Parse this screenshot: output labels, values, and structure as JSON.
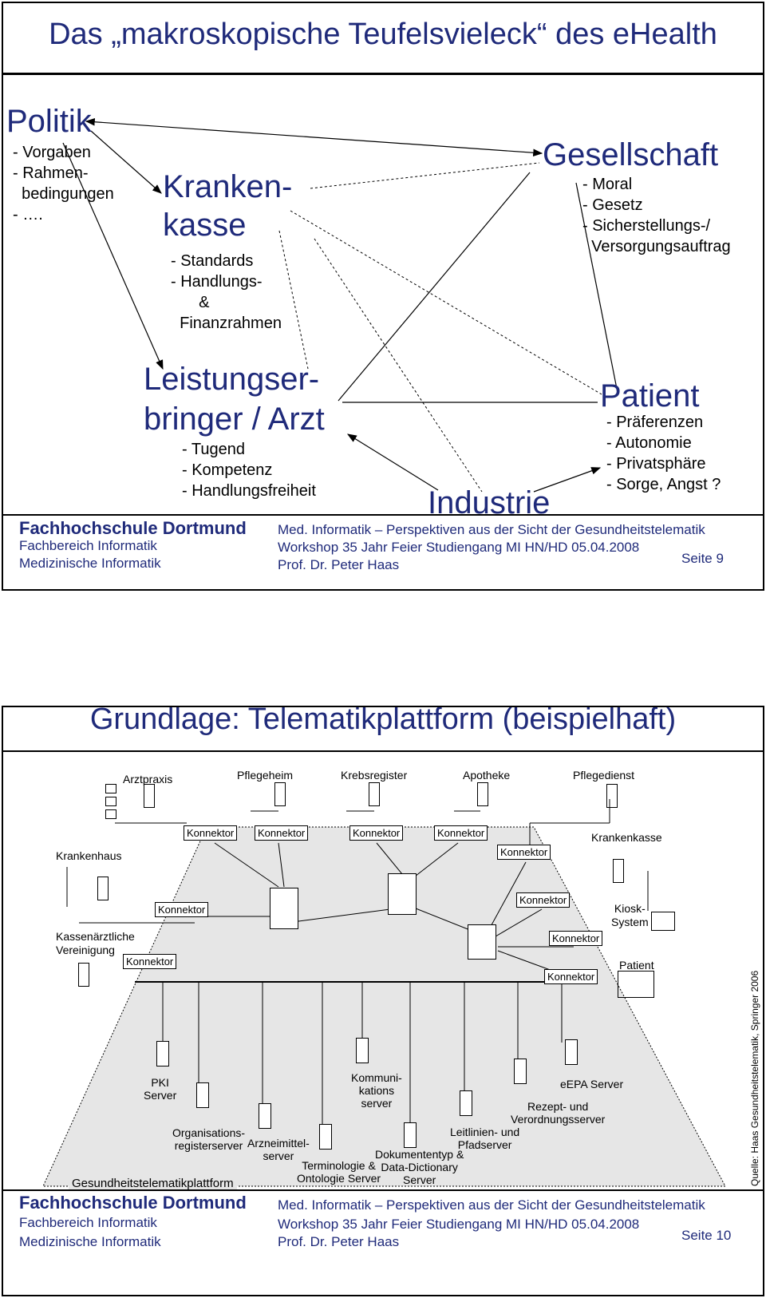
{
  "slide1": {
    "title": "Das „makroskopische Teufelsvieleck“ des eHealth",
    "politik": {
      "heading": "Politik",
      "items": [
        "- Vorgaben",
        "- Rahmen-",
        "  bedingungen",
        "- …."
      ]
    },
    "krankenkasse": {
      "heading1": "Kranken-",
      "heading2": "kasse",
      "items": [
        "- Standards",
        "- Handlungs-",
        "  &",
        "  Finanzrahmen"
      ]
    },
    "gesellschaft": {
      "heading": "Gesellschaft",
      "items": [
        "- Moral",
        "- Gesetz",
        "- Sicherstellungs-/",
        "  Versorgungsauftrag"
      ]
    },
    "leistungserbringer": {
      "heading1": "Leistungser-",
      "heading2": "bringer / Arzt",
      "items": [
        "- Tugend",
        "- Kompetenz",
        "- Handlungsfreiheit"
      ]
    },
    "patient": {
      "heading": "Patient",
      "items": [
        "- Präferenzen",
        "- Autonomie",
        "- Privatsphäre",
        "- Sorge, Angst ?"
      ]
    },
    "industrie": {
      "heading": "Industrie"
    },
    "footer": {
      "school": "Fachhochschule Dortmund",
      "dept1": "Fachbereich Informatik",
      "dept2": "Medizinische Informatik",
      "line1": "Med. Informatik – Perspektiven aus der Sicht der Gesundheitstelematik",
      "line2": "Workshop 35 Jahr Feier Studiengang MI HN/HD 05.04.2008",
      "line3": "Prof. Dr. Peter Haas",
      "page": "Seite 9"
    }
  },
  "slide2": {
    "title": "Grundlage: Telematikplattform (beispielhaft)",
    "sites": {
      "arztpraxis": "Arztpraxis",
      "pflegeheim": "Pflegeheim",
      "krebsregister": "Krebsregister",
      "apotheke": "Apotheke",
      "pflegedienst": "Pflegedienst",
      "krankenhaus": "Krankenhaus",
      "krankenkasse": "Krankenkasse",
      "kv1": "Kassenärztliche",
      "kv2": "Vereinigung",
      "kiosk1": "Kiosk-",
      "kiosk2": "System",
      "patient": "Patient"
    },
    "konnektor": "Konnektor",
    "servers": {
      "pki1": "PKI",
      "pki2": "Server",
      "org1": "Organisations-",
      "org2": "registerserver",
      "arz1": "Arzneimittel-",
      "arz2": "server",
      "term1": "Terminologie &",
      "term2": "Ontologie Server",
      "komm1": "Kommuni-",
      "komm2": "kations",
      "komm3": "server",
      "dok1": "Dokumententyp &",
      "dok2": "Data-Dictionary",
      "dok3": "Server",
      "leit1": "Leitlinien- und",
      "leit2": "Pfadserver",
      "rez1": "Rezept- und",
      "rez2": "Verordnungsserver",
      "eepa": "eEPA Server"
    },
    "platform": "Gesundheitstelematikplattform",
    "source": "Quelle: Haas Gesundheitstelematik, Springer 2006",
    "footer": {
      "school": "Fachhochschule Dortmund",
      "dept1": "Fachbereich Informatik",
      "dept2": "Medizinische Informatik",
      "line1": "Med. Informatik – Perspektiven aus der Sicht der Gesundheitstelematik",
      "line2": "Workshop 35 Jahr Feier Studiengang MI HN/HD 05.04.2008",
      "line3": "Prof. Dr. Peter Haas",
      "page": "Seite 10"
    }
  },
  "colors": {
    "title_blue": "#1f2a7a",
    "platform_gray": "#e6e6e6"
  }
}
